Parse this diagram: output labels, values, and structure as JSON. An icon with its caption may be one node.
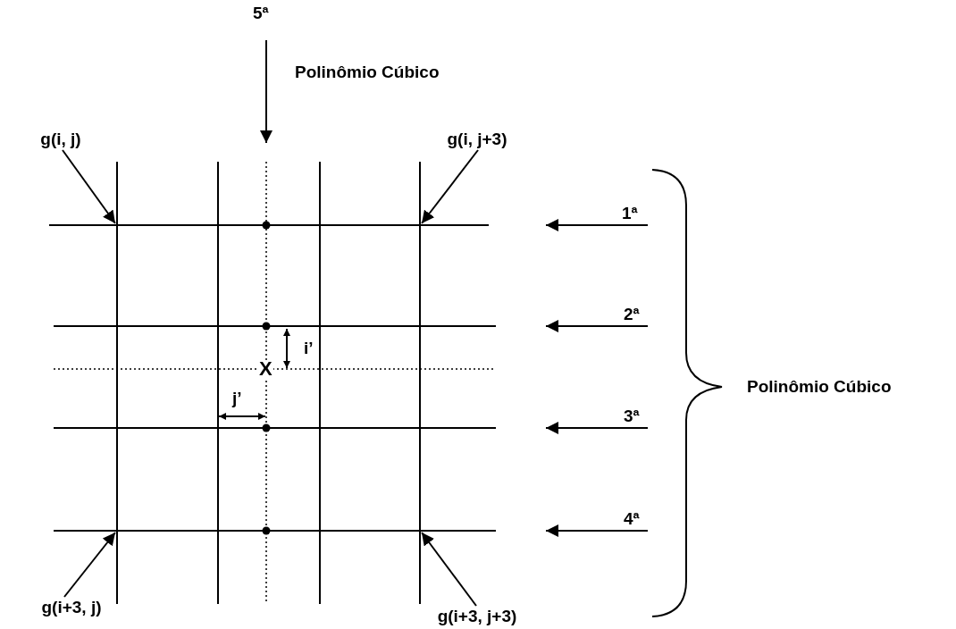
{
  "diagram": {
    "nodes": [
      {
        "text": [
          "g(i, j)"
        ]
      },
      {
        "text": [
          "g(i, j+3)"
        ]
      },
      {
        "text": [
          "g(i+3, j)"
        ]
      },
      {
        "text": [
          "g(i+3, j+3)"
        ]
      }
    ],
    "edges": [
      {
        "from": 0,
        "to": null,
        "arrow": "to"
      },
      {
        "from": 1,
        "to": null,
        "arrow": "to"
      },
      {
        "from": 2,
        "to": null,
        "arrow": "to"
      },
      {
        "from": 3,
        "to": null,
        "arrow": "to"
      }
    ],
    "labels": [
      "5ª",
      "Polinômio Cúbico",
      "1ª",
      "2ª",
      "i’",
      "X",
      "j’",
      "Polinômio Cúbico",
      "3ª",
      "4ª"
    ]
  }
}
